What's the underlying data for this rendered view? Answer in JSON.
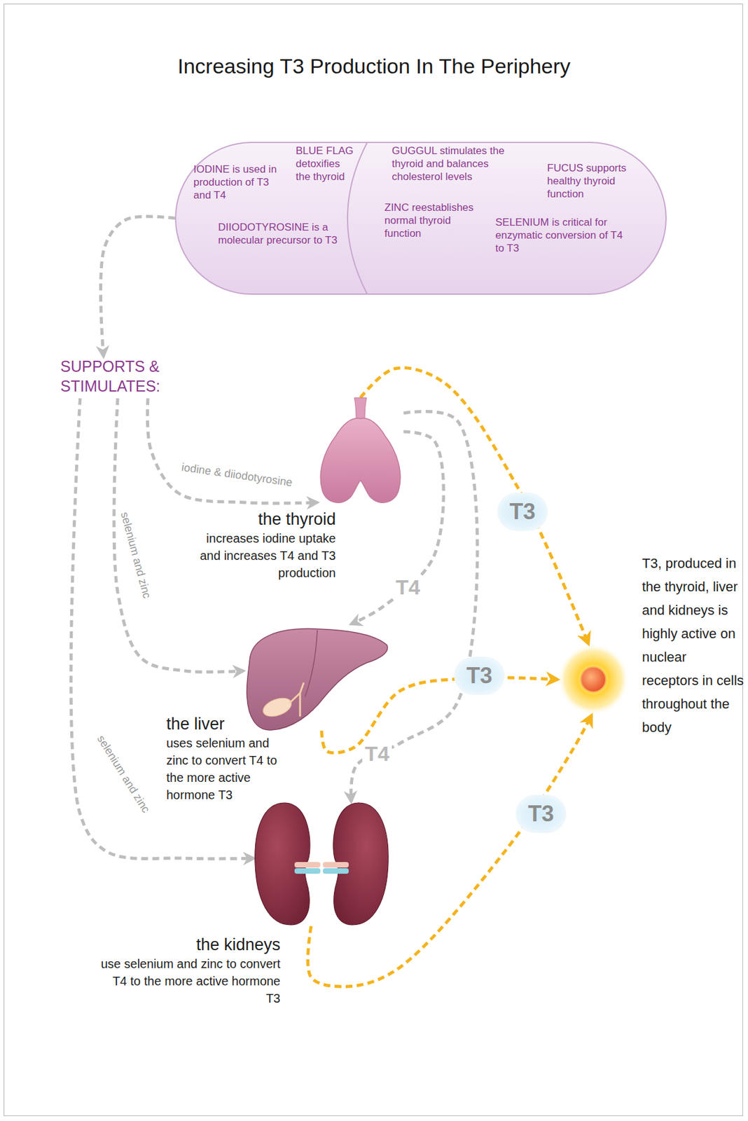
{
  "diagram": {
    "title": "Increasing T3 Production In The Periphery",
    "nodes": [
      {
        "text": [
          "IODINE is used in production of T3 and T4",
          "BLUE FLAG detoxifies the thyroid",
          "DIIODOTYROSINE is a molecular precursor to T3",
          "GUGGUL stimulates the thyroid and balances cholesterol levels",
          "FUCUS supports healthy thyroid function",
          "ZINC reestablishes normal thyroid function",
          "SELENIUM is critical for enzymatic conversion of T4 to T3"
        ]
      },
      {
        "text": [
          "SUPPORTS & STIMULATES:"
        ]
      },
      {
        "text": [
          "the thyroid",
          "increases iodine uptake and increases T4 and T3 production"
        ]
      },
      {
        "text": [
          "the liver",
          "uses selenium and zinc to convert T4 to the more active hormone T3"
        ]
      },
      {
        "text": [
          "the kidneys",
          "use selenium and zinc to convert T4 to the more active hormone T3"
        ]
      },
      {
        "text": [
          "T3, produced in the thyroid, liver and kidneys is highly active on nuclear receptors in cells throughout the body"
        ]
      }
    ],
    "edges": [
      {
        "from": 0,
        "to": 1,
        "arrow": "to"
      },
      {
        "from": 1,
        "to": 2,
        "label": "iodine & diiodotyrosine",
        "arrow": "to"
      },
      {
        "from": 1,
        "to": 3,
        "label": "selenium and zinc",
        "arrow": "to"
      },
      {
        "from": 1,
        "to": 4,
        "label": "selenium and zinc",
        "arrow": "to"
      },
      {
        "from": 2,
        "to": 3,
        "label": "T4",
        "arrow": "to"
      },
      {
        "from": 2,
        "to": 4,
        "label": "T4",
        "arrow": "to"
      },
      {
        "from": 2,
        "to": 5,
        "label": "T3",
        "arrow": "to"
      },
      {
        "from": 3,
        "to": 5,
        "label": "T3",
        "arrow": "to"
      },
      {
        "from": 4,
        "to": 5,
        "label": "T3",
        "arrow": "to"
      }
    ]
  }
}
